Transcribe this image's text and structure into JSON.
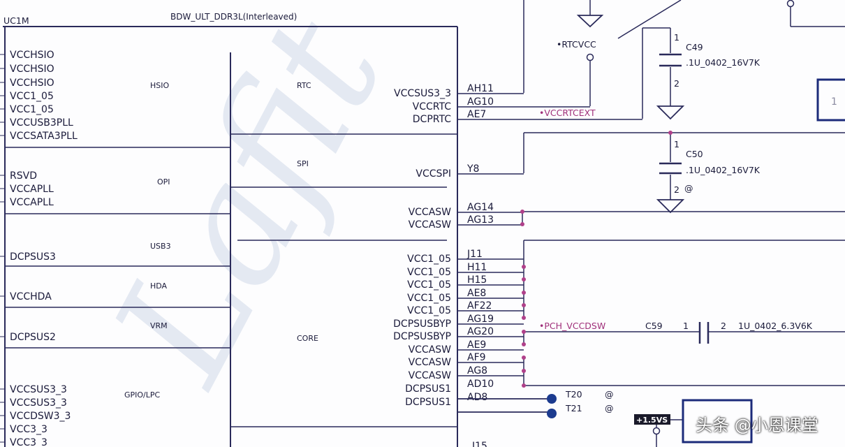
{
  "header": {
    "designator": "UC1M",
    "title": "BDW_ULT_DDR3L(Interleaved)"
  },
  "sections_left": [
    {
      "label": "HSIO",
      "pins": [
        "VCCHSIO",
        "VCCHSIO",
        "VCCHSIO",
        "VCC1_05",
        "VCC1_05",
        "VCCUSB3PLL",
        "VCCSATA3PLL"
      ]
    },
    {
      "label": "OPI",
      "pins": [
        "RSVD",
        "VCCAPLL",
        "VCCAPLL"
      ]
    },
    {
      "label": "USB3",
      "pins": [
        "DCPSUS3"
      ]
    },
    {
      "label": "HDA",
      "pins": [
        "VCCHDA"
      ]
    },
    {
      "label": "VRM",
      "pins": [
        "DCPSUS2"
      ]
    },
    {
      "label": "GPIO/LPC",
      "pins": [
        "VCCSUS3_3",
        "VCCSUS3_3",
        "VCCDSW3_3",
        "VCC3_3",
        "VCC3_3"
      ]
    }
  ],
  "sections_right": [
    {
      "label": "RTC"
    },
    {
      "label": "SPI"
    },
    {
      "label": "CORE"
    }
  ],
  "right_pins": [
    {
      "name": "VCCSUS3_3",
      "ball": "AH11"
    },
    {
      "name": "VCCRTC",
      "ball": "AG10"
    },
    {
      "name": "DCPRTC",
      "ball": "AE7"
    },
    {
      "name": "VCCSPI",
      "ball": "Y8"
    },
    {
      "name": "VCCASW",
      "ball": "AG14"
    },
    {
      "name": "VCCASW",
      "ball": "AG13"
    },
    {
      "name": "VCC1_05",
      "ball": "J11"
    },
    {
      "name": "VCC1_05",
      "ball": "H11"
    },
    {
      "name": "VCC1_05",
      "ball": "H15"
    },
    {
      "name": "VCC1_05",
      "ball": "AE8"
    },
    {
      "name": "VCC1_05",
      "ball": "AF22"
    },
    {
      "name": "DCPSUSBYP",
      "ball": "AG19"
    },
    {
      "name": "DCPSUSBYP",
      "ball": "AG20"
    },
    {
      "name": "VCCASW",
      "ball": "AE9"
    },
    {
      "name": "VCCASW",
      "ball": "AF9"
    },
    {
      "name": "VCCASW",
      "ball": "AG8"
    },
    {
      "name": "DCPSUS1",
      "ball": "AD10"
    },
    {
      "name": "DCPSUS1",
      "ball": "AD8"
    }
  ],
  "bottom_partial_ball": "J15",
  "nets": {
    "rtcvcc": "RTCVCC",
    "vccrtcext": "VCCRTCEXT",
    "pch_vccdsw": "PCH_VCCDSW",
    "rail_1_5vs": "+1.5VS"
  },
  "components": {
    "c49": {
      "ref": "C49",
      "value": ".1U_0402_16V7K",
      "pin1": "1",
      "pin2": "2"
    },
    "c50": {
      "ref": "C50",
      "value": ".1U_0402_16V7K",
      "pin1": "1",
      "pin2": "2",
      "mark": "@"
    },
    "c59": {
      "ref": "C59",
      "value": "1U_0402_6.3V6K",
      "pin1": "1",
      "pin2": "2"
    },
    "t20": {
      "ref": "T20",
      "mark": "@"
    },
    "t21": {
      "ref": "T21",
      "mark": "@"
    },
    "offsheet_label": "1"
  },
  "watermark": {
    "text": "头条 @小恩课堂",
    "diagonal": "Lafit"
  },
  "colors": {
    "ink": "#1a1a3a",
    "wire": "#2a2a5a",
    "net": "#a0307a",
    "junction": "#b0408a",
    "testpoint": "#1c3b8f",
    "box": "#1c2b7a"
  }
}
